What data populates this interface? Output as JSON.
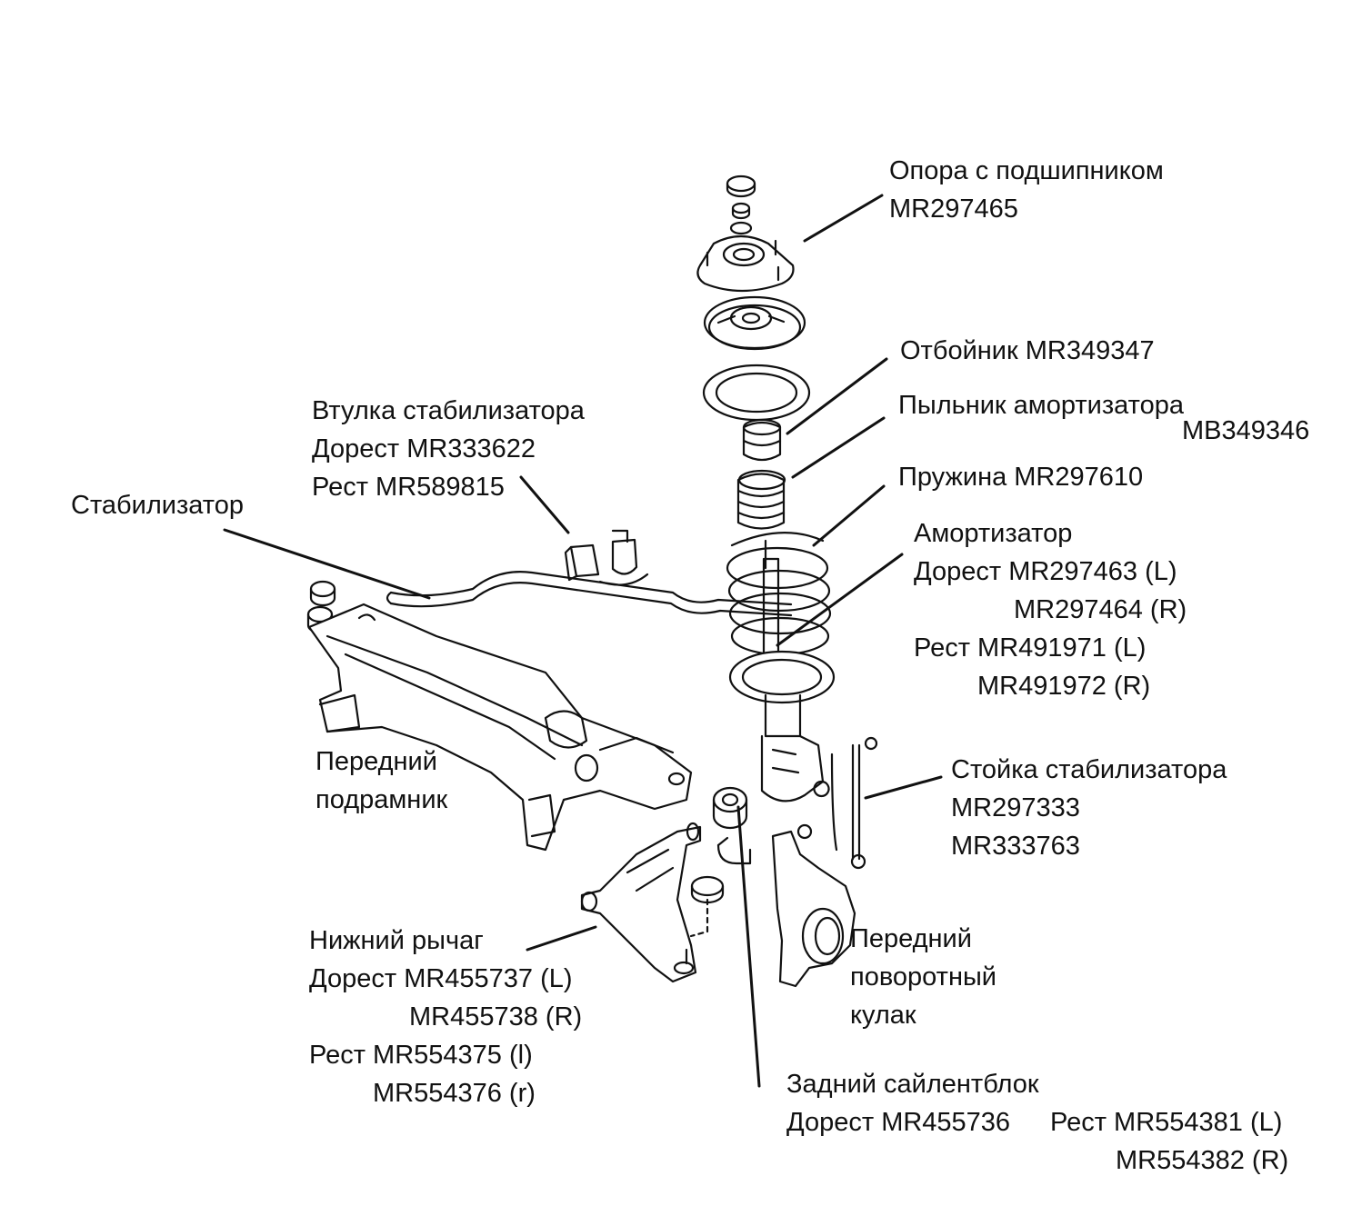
{
  "labels": {
    "mount": {
      "l1": "Опора с подшипником",
      "l2": "MR297465"
    },
    "bump_stop": {
      "name": "Отбойник",
      "part": "MR349347"
    },
    "dust_boot": {
      "l1": "Пыльник амортизатора",
      "l2": "MB349346"
    },
    "spring": {
      "l1": "Пружина MR297610"
    },
    "shock": {
      "l1": "Амортизатор",
      "l2": "Дорест MR297463 (L)",
      "l3": "MR297464 (R)",
      "l4": "Рест MR491971 (L)",
      "l5": "MR491972 (R)"
    },
    "stab_bushing": {
      "l1": "Втулка стабилизатора",
      "l2": "Дорест MR333622",
      "l3": "Рест MR589815"
    },
    "stabilizer": {
      "l1": "Стабилизатор"
    },
    "subframe": {
      "l1": "Передний",
      "l2": "подрамник"
    },
    "stab_link": {
      "l1": "Стойка стабилизатора",
      "l2": "MR297333",
      "l3": "MR333763"
    },
    "lower_arm": {
      "l1": "Нижний рычаг",
      "l2": "Дорест MR455737 (L)",
      "l3": "MR455738 (R)",
      "l4": "Рест MR554375 (l)",
      "l5": "MR554376 (r)"
    },
    "knuckle": {
      "l1": "Передний",
      "l2": "поворотный",
      "l3": "кулак"
    },
    "rear_bushing": {
      "l1": "Задний сайлентблок",
      "l2": "Дорест MR455736",
      "l3": "Рест MR554381 (L)",
      "l4": "MR554382 (R)"
    }
  }
}
